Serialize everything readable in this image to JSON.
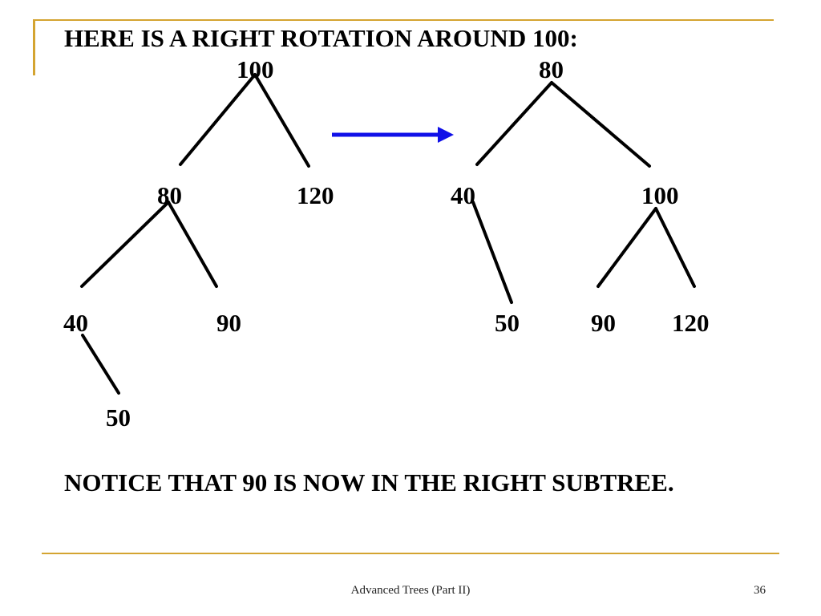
{
  "slide": {
    "title": "HERE IS A RIGHT ROTATION AROUND 100:",
    "notice": "NOTICE THAT 90 IS NOW IN THE RIGHT SUBTREE.",
    "footer_title": "Advanced Trees (Part II)",
    "page_number": "36"
  },
  "colors": {
    "accent": "#d4a431",
    "arrow": "#1010e8",
    "text": "#000000"
  },
  "trees": {
    "before": {
      "nodes": [
        "100",
        "80",
        "120",
        "40",
        "90",
        "50"
      ],
      "edges": [
        [
          "100",
          "80"
        ],
        [
          "100",
          "120"
        ],
        [
          "80",
          "40"
        ],
        [
          "80",
          "90"
        ],
        [
          "40",
          "50"
        ]
      ]
    },
    "after": {
      "nodes": [
        "80",
        "40",
        "100",
        "50",
        "90",
        "120"
      ],
      "edges": [
        [
          "80",
          "40"
        ],
        [
          "80",
          "100"
        ],
        [
          "40",
          "50"
        ],
        [
          "100",
          "90"
        ],
        [
          "100",
          "120"
        ]
      ]
    }
  }
}
